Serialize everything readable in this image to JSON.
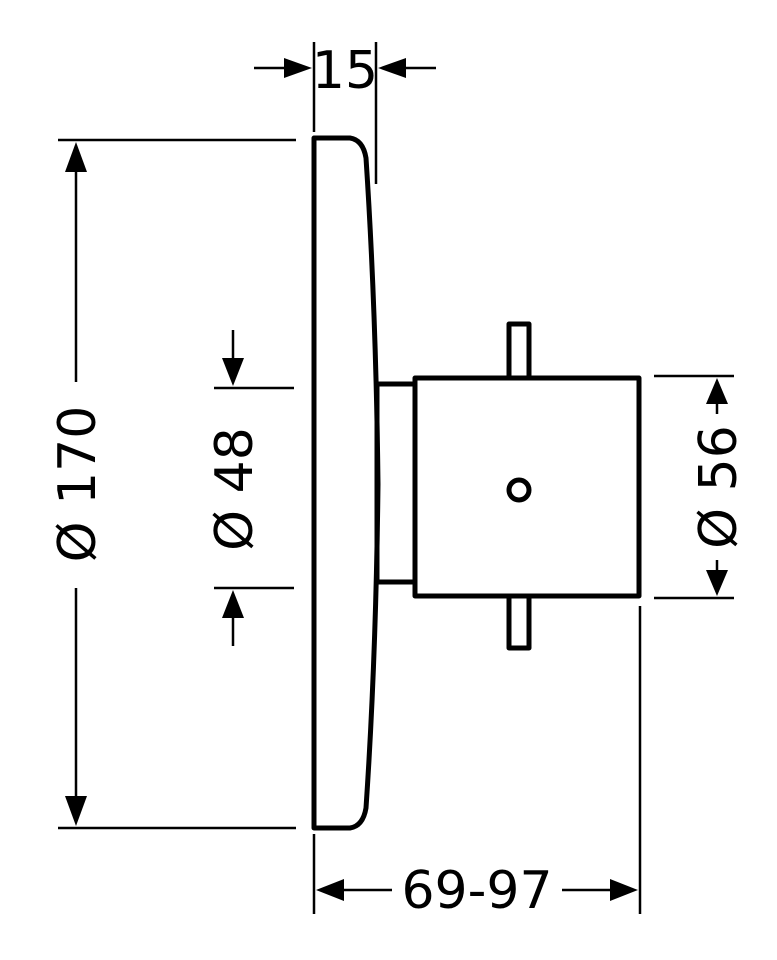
{
  "drawing": {
    "dimensions": {
      "thickness": "15",
      "plate_diameter": "Ø 170",
      "neck_diameter": "Ø 48",
      "body_diameter": "Ø 56",
      "projection": "69-97"
    },
    "colors": {
      "line": "#000000",
      "background": "#ffffff"
    }
  }
}
